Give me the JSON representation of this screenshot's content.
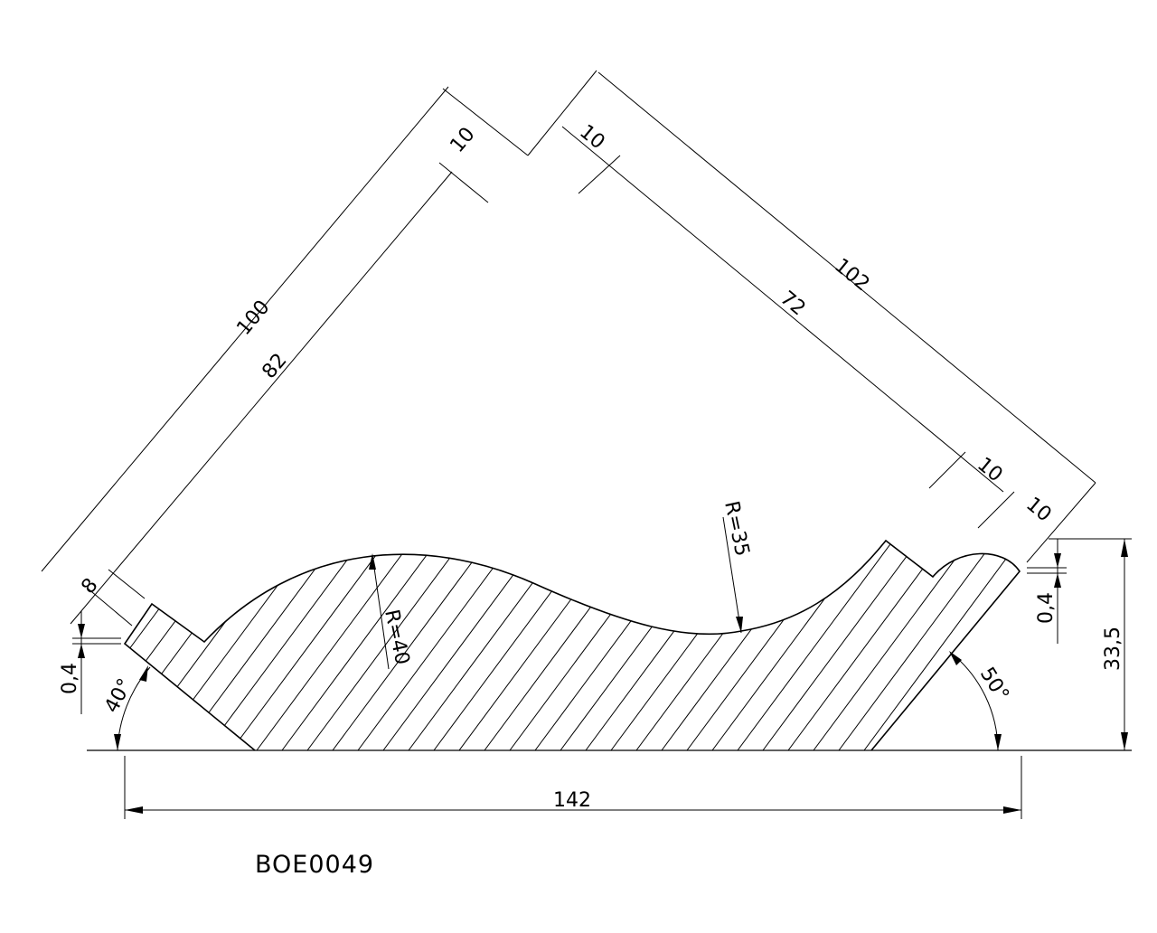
{
  "drawing": {
    "code": "BOE0049",
    "dimensions": {
      "left_outer": "100",
      "left_inner": "82",
      "left_top_step": "10",
      "left_bottom_step": "8",
      "right_outer": "102",
      "right_inner": "72",
      "right_top_step": "10",
      "right_bottom_step_1": "10",
      "right_bottom_step_2": "10",
      "width": "142",
      "height": "33,5",
      "left_gap": "0,4",
      "right_gap": "0,4",
      "radius_left": "R=40",
      "radius_right": "R=35",
      "angle_left": "40°",
      "angle_right": "50°"
    }
  }
}
